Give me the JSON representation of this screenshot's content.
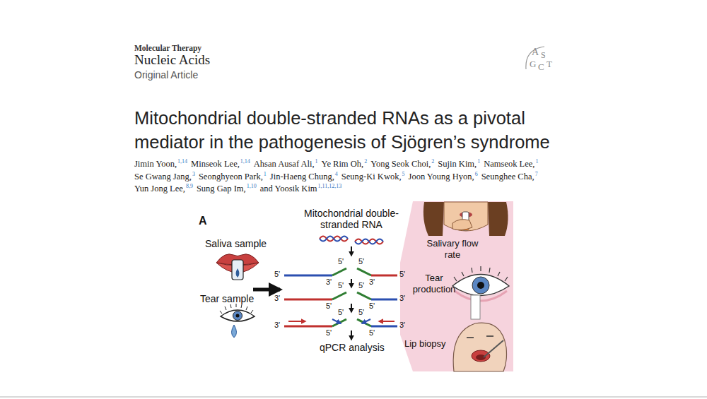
{
  "diagram": {
    "title": "Mitochondrial double-stranded RNAs as a pivotal mediator in the pathogenesis of Sjögren’s syndrome",
    "labels": [
      "Molecular Therapy",
      "Nucleic Acids",
      "Original Article",
      "A",
      "S",
      "G",
      "C",
      "T",
      "Jimin Yoon,",
      "1,14",
      "Minseok Lee,",
      "1,14",
      "Ahsan Ausaf Ali,",
      "1",
      "Ye Rim Oh,",
      "2",
      "Yong Seok Choi,",
      "2",
      "Sujin Kim,",
      "1",
      "Namseok Lee,",
      "1",
      "Se Gwang Jang,",
      "3",
      "Seonghyeon Park,",
      "1",
      "Jin-Haeng Chung,",
      "4",
      "Seung-Ki Kwok,",
      "5",
      "Joon Young Hyon,",
      "6",
      "Seunghee Cha,",
      "7",
      "Yun Jong Lee,",
      "8,9",
      "Sung Gap Im,",
      "1,10",
      "and Yoosik Kim",
      "1,11,12,13",
      "A",
      "Mitochondrial double-stranded RNA",
      "Saliva sample",
      "Tear sample",
      "qPCR analysis",
      "Salivary flow rate",
      "Tear production",
      "Lip biopsy",
      "5'",
      "3'",
      "5'",
      "5'",
      "3'",
      "5'",
      "3'",
      "5'",
      "5'",
      "5'",
      "5'",
      "3'",
      "3'",
      "5'",
      "5'",
      "5'",
      "5'",
      "3'"
    ]
  }
}
